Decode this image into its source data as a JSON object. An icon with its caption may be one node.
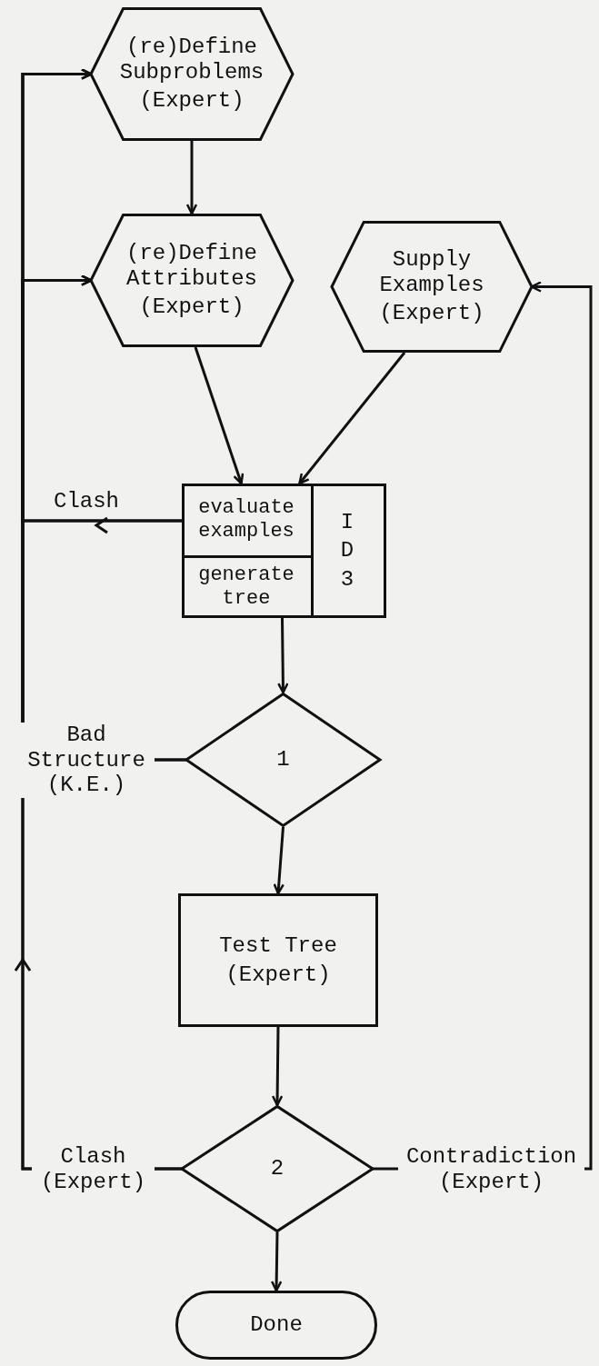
{
  "diagram": {
    "nodes": [
      {
        "text": [
          "(re)Define Subproblems",
          "(Expert)"
        ]
      },
      {
        "text": [
          "(re)Define Attributes",
          "(Expert)"
        ]
      },
      {
        "text": [
          "Supply Examples",
          "(Expert)"
        ]
      },
      {
        "text": [
          "I D 3"
        ]
      },
      {
        "text": [
          "evaluate examples"
        ],
        "in": 3
      },
      {
        "text": [
          "generate tree"
        ],
        "in": 3
      },
      {
        "text": [
          "1"
        ]
      },
      {
        "text": [
          "Test Tree",
          "(Expert)"
        ]
      },
      {
        "text": [
          "2"
        ]
      },
      {
        "text": [
          "Done"
        ]
      }
    ],
    "edges": [
      {
        "from": 0,
        "to": 1,
        "arrow": "to"
      },
      {
        "from": 1,
        "to": 3,
        "arrow": "to"
      },
      {
        "from": 2,
        "to": 3,
        "arrow": "to"
      },
      {
        "from": 3,
        "to": 6,
        "arrow": "to"
      },
      {
        "from": 4,
        "to": 0,
        "arrow": "to",
        "label": "Clash"
      },
      {
        "from": 4,
        "to": 1,
        "arrow": "to"
      },
      {
        "from": 6,
        "to": 7,
        "arrow": "to"
      },
      {
        "from": 6,
        "to": 0,
        "arrow": "to",
        "label": "Bad Structure (K.E.)"
      },
      {
        "from": 6,
        "to": 1,
        "arrow": "to"
      },
      {
        "from": 7,
        "to": 8,
        "arrow": "to"
      },
      {
        "from": 8,
        "to": 9,
        "arrow": "to"
      },
      {
        "from": 8,
        "to": 0,
        "arrow": "to",
        "label": "Clash (Expert)"
      },
      {
        "from": 8,
        "to": 1,
        "arrow": "to"
      },
      {
        "from": 8,
        "to": 2,
        "arrow": "to",
        "label": "Contradiction (Expert)"
      }
    ]
  }
}
